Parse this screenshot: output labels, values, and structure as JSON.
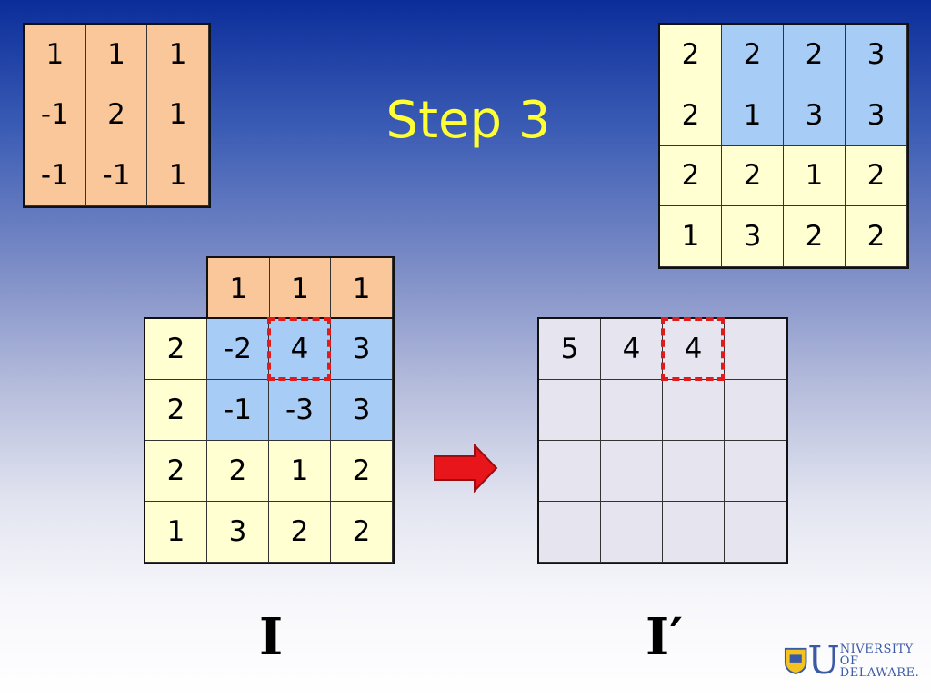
{
  "title": "Step 3",
  "kernel": {
    "rows": [
      [
        "1",
        "1",
        "1"
      ],
      [
        "-1",
        "2",
        "1"
      ],
      [
        "-1",
        "-1",
        "1"
      ]
    ]
  },
  "image": {
    "rows": [
      [
        "2",
        "2",
        "2",
        "3"
      ],
      [
        "2",
        "1",
        "3",
        "3"
      ],
      [
        "2",
        "2",
        "1",
        "2"
      ],
      [
        "1",
        "3",
        "2",
        "2"
      ]
    ]
  },
  "overlay": {
    "kernel_top_row": [
      "1",
      "1",
      "1"
    ],
    "rows": [
      [
        "2",
        "-2",
        "4",
        "3"
      ],
      [
        "2",
        "-1",
        "-3",
        "3"
      ],
      [
        "2",
        "2",
        "1",
        "2"
      ],
      [
        "1",
        "3",
        "2",
        "2"
      ]
    ]
  },
  "output": {
    "rows": [
      [
        "5",
        "4",
        "4",
        ""
      ],
      [
        "",
        "",
        "",
        ""
      ],
      [
        "",
        "",
        "",
        ""
      ],
      [
        "",
        "",
        "",
        ""
      ]
    ]
  },
  "labels": {
    "input": "I",
    "output": "I′"
  },
  "logo": {
    "u": "U",
    "line1": "NIVERSITY OF",
    "line2": "DELAWARE."
  },
  "colors": {
    "kernel_fill": "#f9c79a",
    "image_fill": "#ffffd2",
    "highlight_fill": "#a7cdf6",
    "output_fill": "#e6e4ef",
    "title_color": "#ffff33",
    "dash_color": "#e01b1b",
    "arrow_color": "#e8161b"
  }
}
